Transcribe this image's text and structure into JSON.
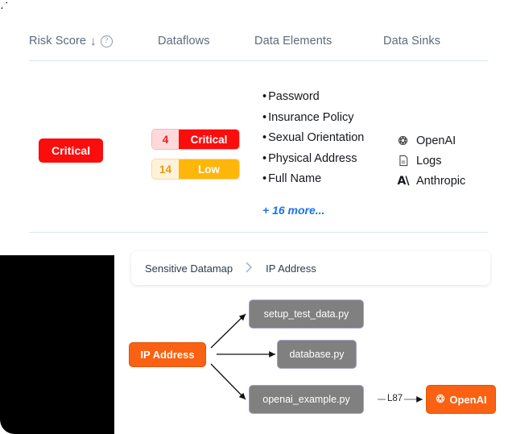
{
  "table": {
    "columns": [
      {
        "label": "Risk Score",
        "sort_icon": "arrow-down-icon",
        "sort_arrow": "↓",
        "help_icon": "help-circle-icon",
        "help_glyph": "?"
      },
      {
        "label": "Dataflows"
      },
      {
        "label": "Data Elements"
      },
      {
        "label": "Data Sinks"
      }
    ],
    "row": {
      "risk_score": {
        "label": "Critical",
        "color": "#fc0d0d"
      },
      "dataflows": [
        {
          "count": "4",
          "label": "Critical",
          "color": "#fc0d0d",
          "count_bg": "#ffd9d9"
        },
        {
          "count": "14",
          "label": "Low",
          "color": "#ffb60a",
          "count_bg": "#fff2db"
        }
      ],
      "data_elements": [
        "Password",
        "Insurance Policy",
        "Sexual Orientation",
        "Physical Address",
        "Full Name"
      ],
      "more_link": "+ 16 more...",
      "more_link_color": "#1a73e8",
      "data_sinks": [
        {
          "name": "OpenAI",
          "icon": "openai-logo-icon"
        },
        {
          "name": "Logs",
          "icon": "log-file-icon"
        },
        {
          "name": "Anthropic",
          "icon": "anthropic-logo-icon",
          "glyph": "A\\"
        }
      ]
    }
  },
  "datamap": {
    "breadcrumb": {
      "root": "Sensitive Datamap",
      "separator": "›",
      "current": "IP Address"
    },
    "graph": {
      "source": {
        "label": "IP Address",
        "color": "#fa6112"
      },
      "targets": [
        {
          "label": "setup_test_data.py",
          "color": "#808080"
        },
        {
          "label": "database.py",
          "color": "#808080"
        },
        {
          "label": "openai_example.py",
          "color": "#808080"
        }
      ],
      "edge_label": "L87",
      "sink": {
        "label": "OpenAI",
        "color": "#fa6112",
        "icon": "openai-logo-icon"
      }
    }
  }
}
